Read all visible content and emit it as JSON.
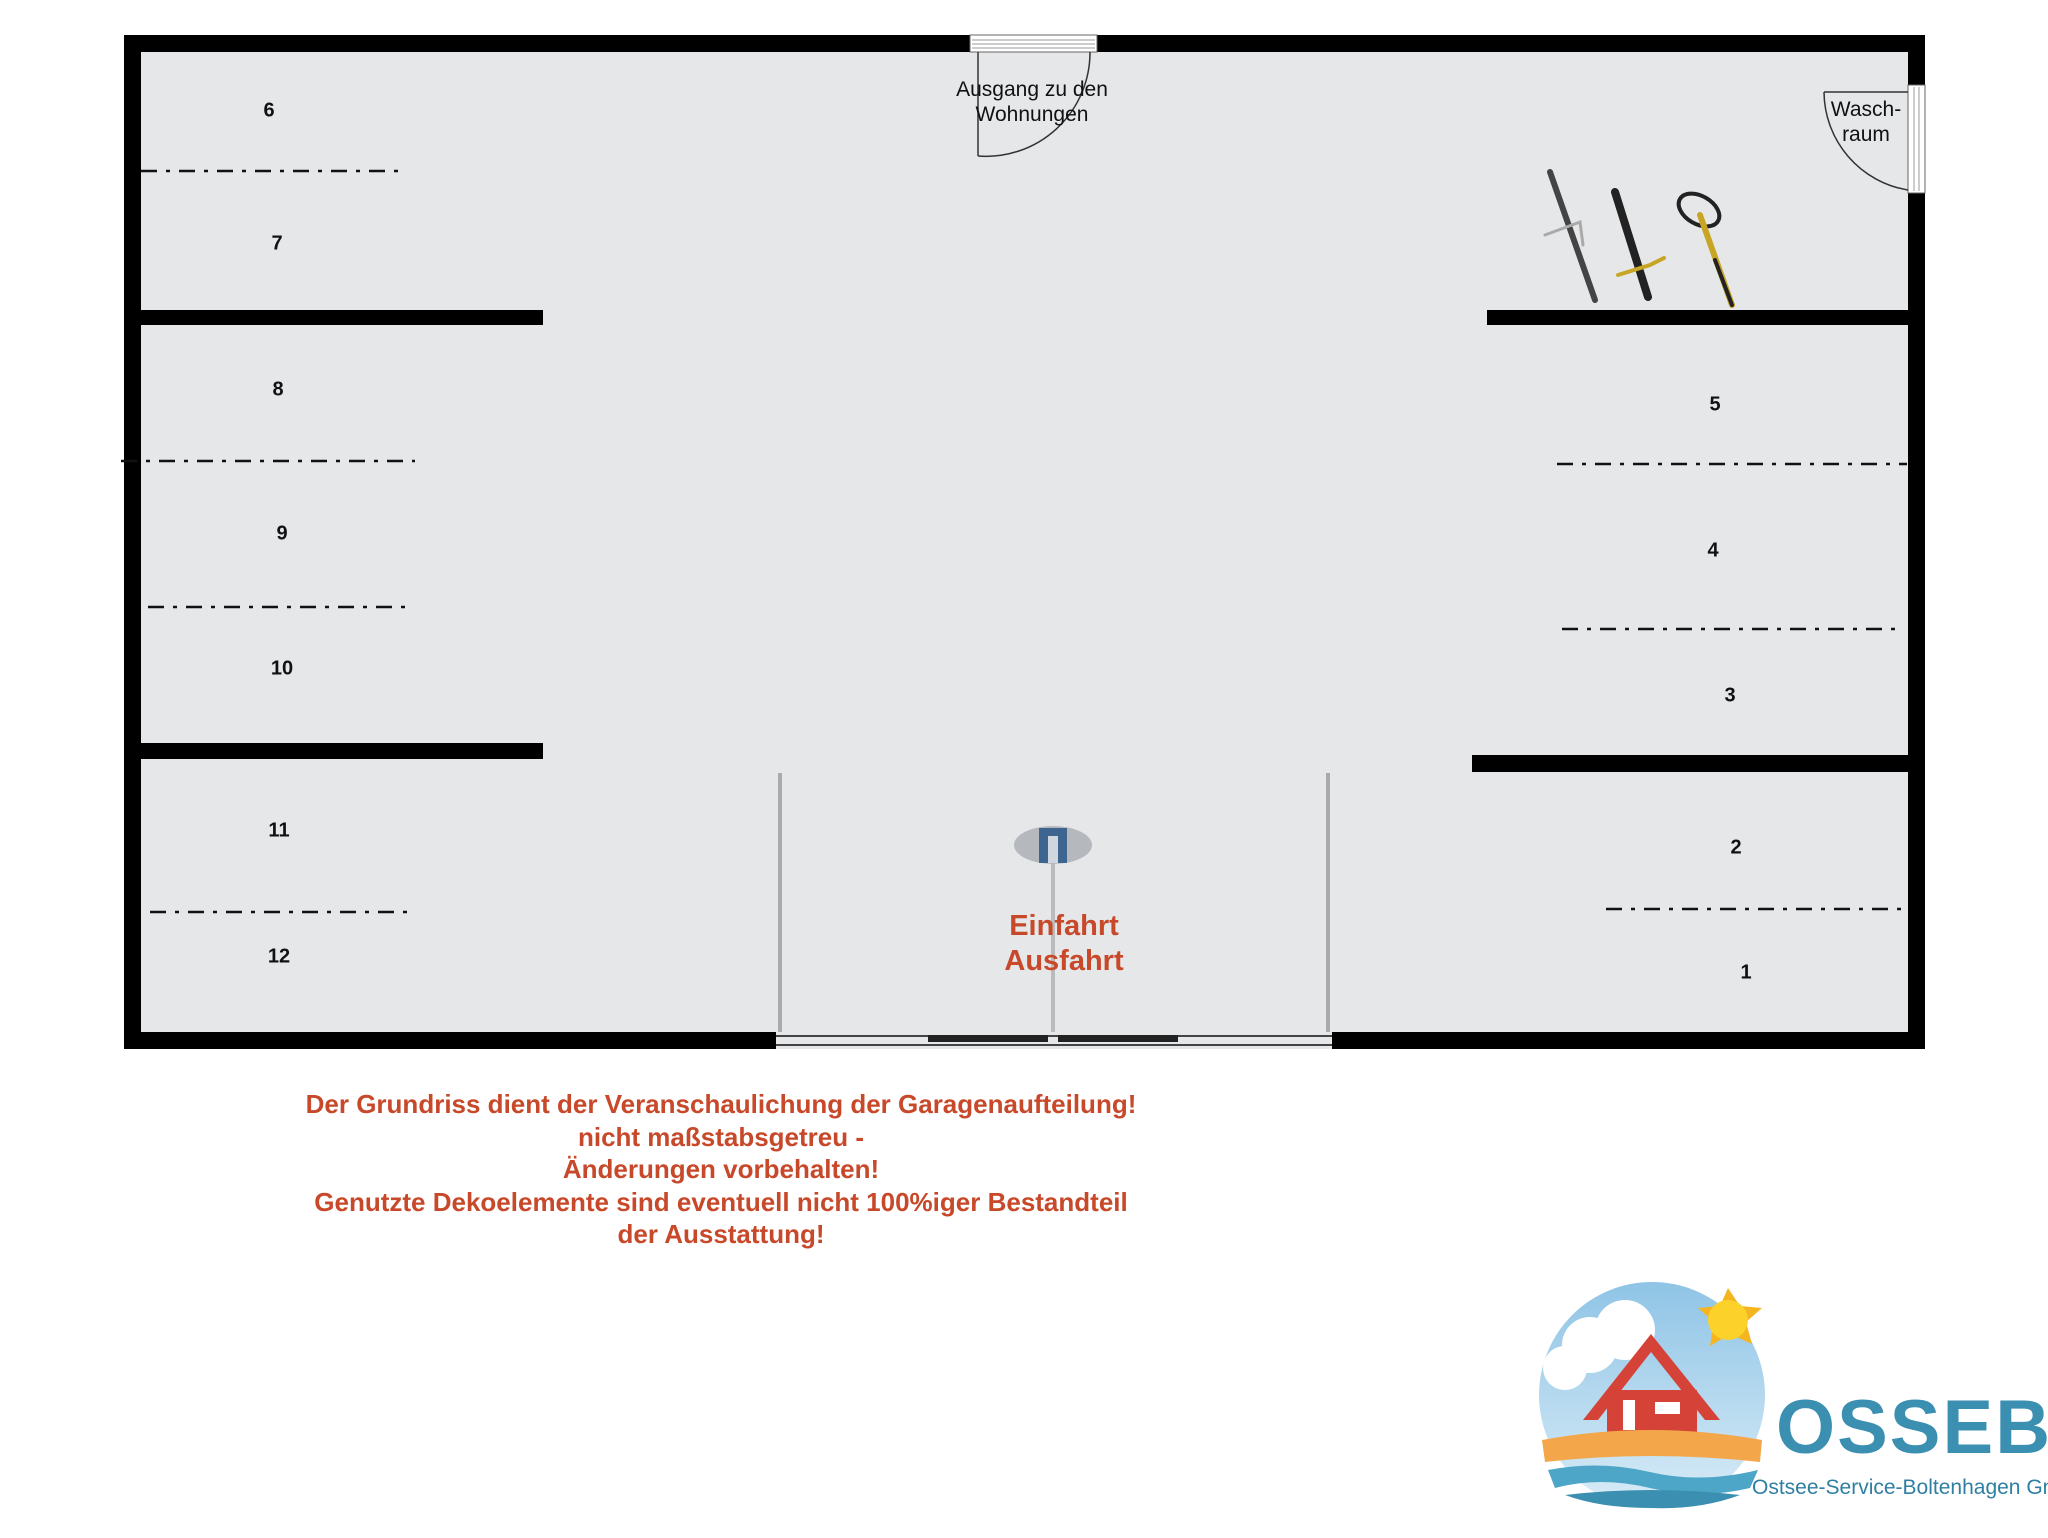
{
  "floor_plan": {
    "exit_label": "Ausgang zu den Wohnungen",
    "exit_label_line1": "Ausgang zu den",
    "exit_label_line2": "Wohnungen",
    "washroom_line1": "Wasch-",
    "washroom_line2": "raum",
    "entry_line1": "Einfahrt",
    "entry_line2": "Ausfahrt",
    "spaces_left": [
      "6",
      "7",
      "8",
      "9",
      "10",
      "11",
      "12"
    ],
    "spaces_right": [
      "5",
      "4",
      "3",
      "2",
      "1"
    ]
  },
  "disclaimer": [
    "Der Grundriss dient der Veranschaulichung der Garagenaufteilung!",
    "nicht maßstabsgetreu -",
    "Änderungen vorbehalten!",
    "Genutzte Dekoelemente sind eventuell nicht 100%iger Bestandteil",
    "der Ausstattung!"
  ],
  "logo": {
    "name": "OSSEBO",
    "subtitle": "Ostsee-Service-Boltenhagen GmbH"
  },
  "colors": {
    "wall": "#000000",
    "floor": "#e6e7e9",
    "accent_red": "#c8482a",
    "logo_blue": "#3b8fb0"
  }
}
